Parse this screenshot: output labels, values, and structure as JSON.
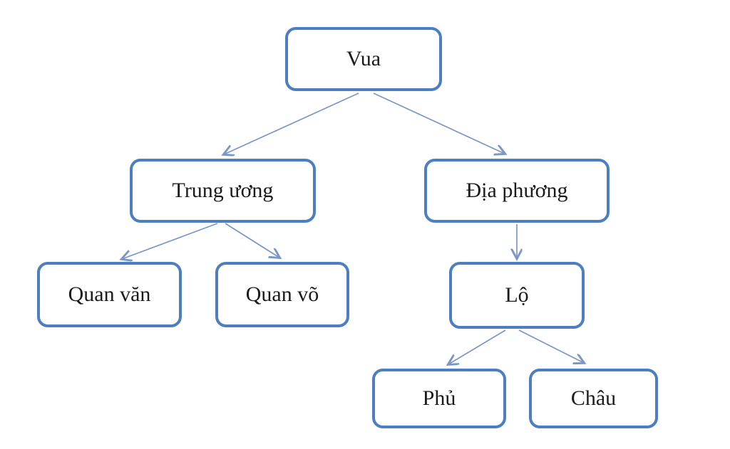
{
  "diagram": {
    "type": "org-chart",
    "nodes": [
      {
        "id": "vua",
        "label": "Vua"
      },
      {
        "id": "trung-uong",
        "label": "Trung ương"
      },
      {
        "id": "dia-phuong",
        "label": "Địa phương"
      },
      {
        "id": "quan-van",
        "label": "Quan văn"
      },
      {
        "id": "quan-vo",
        "label": "Quan võ"
      },
      {
        "id": "lo",
        "label": "Lộ"
      },
      {
        "id": "phu",
        "label": "Phủ"
      },
      {
        "id": "chau",
        "label": "Châu"
      }
    ],
    "edges": [
      {
        "from": "vua",
        "to": "trung-uong"
      },
      {
        "from": "vua",
        "to": "dia-phuong"
      },
      {
        "from": "trung-uong",
        "to": "quan-van"
      },
      {
        "from": "trung-uong",
        "to": "quan-vo"
      },
      {
        "from": "dia-phuong",
        "to": "lo"
      },
      {
        "from": "lo",
        "to": "phu"
      },
      {
        "from": "lo",
        "to": "chau"
      }
    ],
    "colors": {
      "box_border": "#4d7ebf",
      "connector": "#7b96c6",
      "text": "#1b1b1b",
      "background": "#ffffff"
    }
  }
}
